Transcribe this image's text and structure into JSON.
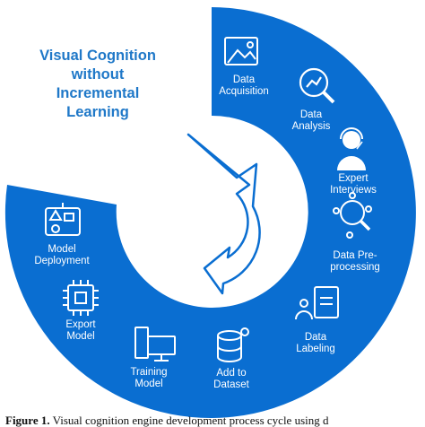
{
  "title": {
    "line1": "Visual Cognition",
    "line2": "without",
    "line3": "Incremental",
    "line4": "Learning"
  },
  "stages": [
    {
      "line1": "Data",
      "line2": "Acquisition",
      "icon": "landscape-image-icon"
    },
    {
      "line1": "Data",
      "line2": "Analysis",
      "icon": "magnifier-chart-icon"
    },
    {
      "line1": "Expert",
      "line2": "Interviews",
      "icon": "headset-person-icon"
    },
    {
      "line1": "Data Pre-",
      "line2": "processing",
      "icon": "magnifier-network-icon"
    },
    {
      "line1": "Data",
      "line2": "Labeling",
      "icon": "document-people-icon"
    },
    {
      "line1": "Add to",
      "line2": "Dataset",
      "icon": "database-icon"
    },
    {
      "line1": "Training",
      "line2": "Model",
      "icon": "computer-icon"
    },
    {
      "line1": "Export",
      "line2": "Model",
      "icon": "chip-icon"
    },
    {
      "line1": "Model",
      "line2": "Deployment",
      "icon": "deployment-shapes-icon"
    }
  ],
  "caption": {
    "label": "Figure 1.",
    "text": "Visual cognition engine development process cycle using d"
  },
  "colors": {
    "ring": "#0a6ed1",
    "title": "#1f78c8",
    "center_arrow": "#0a6ed1"
  }
}
